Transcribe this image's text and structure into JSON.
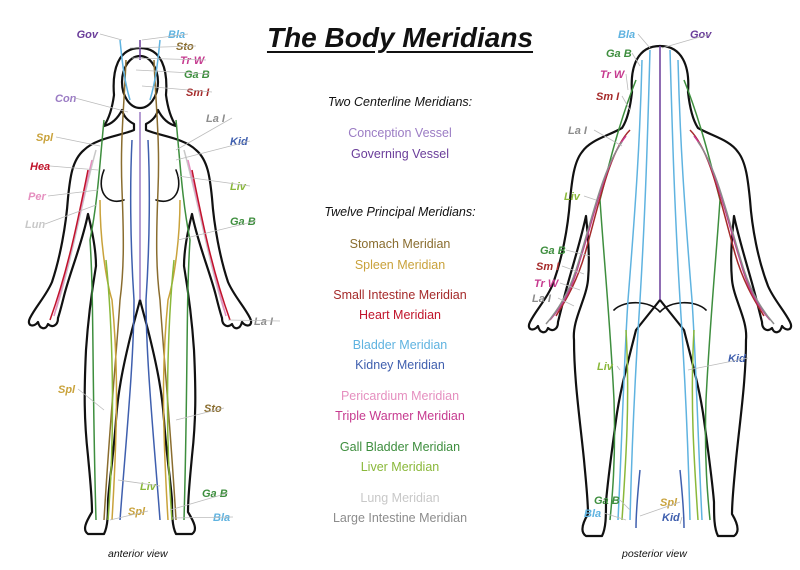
{
  "title": "The Body Meridians",
  "centerline": {
    "heading": "Two Centerline Meridians:",
    "items": [
      {
        "label": "Conception Vessel",
        "color": "#9b7cc4"
      },
      {
        "label": "Governing Vessel",
        "color": "#6a3d9a"
      }
    ]
  },
  "principal": {
    "heading": "Twelve Principal Meridians:",
    "items": [
      {
        "label": "Stomach Meridian",
        "color": "#8a6d2f"
      },
      {
        "label": "Spleen Meridian",
        "color": "#c9a23b"
      },
      {
        "label": "Small Intestine Meridian",
        "color": "#a52a2a"
      },
      {
        "label": "Heart Meridian",
        "color": "#c0142b"
      },
      {
        "label": "Bladder Meridian",
        "color": "#5fb3e0"
      },
      {
        "label": "Kidney Meridian",
        "color": "#3f5fae"
      },
      {
        "label": "Pericardium Meridian",
        "color": "#e58fbf"
      },
      {
        "label": "Triple Warmer Meridian",
        "color": "#c63a8f"
      },
      {
        "label": "Gall Bladder Meridian",
        "color": "#3e8e3e"
      },
      {
        "label": "Liver Meridian",
        "color": "#8ab83a"
      },
      {
        "label": "Lung Meridian",
        "color": "#c8c8c8"
      },
      {
        "label": "Large Intestine Meridian",
        "color": "#8c8c8c"
      }
    ]
  },
  "front_labels": [
    {
      "text": "Gov",
      "color": "#6a3d9a"
    },
    {
      "text": "Bla",
      "color": "#5fb3e0"
    },
    {
      "text": "Sto",
      "color": "#8a6d2f"
    },
    {
      "text": "Tr W",
      "color": "#c63a8f"
    },
    {
      "text": "Ga B",
      "color": "#3e8e3e"
    },
    {
      "text": "Sm I",
      "color": "#a52a2a"
    },
    {
      "text": "Con",
      "color": "#9b7cc4"
    },
    {
      "text": "La I",
      "color": "#8c8c8c"
    },
    {
      "text": "Spl",
      "color": "#c9a23b"
    },
    {
      "text": "Kid",
      "color": "#3f5fae"
    },
    {
      "text": "Hea",
      "color": "#c0142b"
    },
    {
      "text": "Liv",
      "color": "#8ab83a"
    },
    {
      "text": "Per",
      "color": "#e58fbf"
    },
    {
      "text": "Ga B",
      "color": "#3e8e3e"
    },
    {
      "text": "Lun",
      "color": "#c8c8c8"
    },
    {
      "text": "La I",
      "color": "#8c8c8c"
    },
    {
      "text": "Spl",
      "color": "#c9a23b"
    },
    {
      "text": "Sto",
      "color": "#8a6d2f"
    },
    {
      "text": "Liv",
      "color": "#8ab83a"
    },
    {
      "text": "Ga B",
      "color": "#3e8e3e"
    },
    {
      "text": "Spl",
      "color": "#c9a23b"
    },
    {
      "text": "Bla",
      "color": "#5fb3e0"
    }
  ],
  "back_labels": [
    {
      "text": "Bla",
      "color": "#5fb3e0"
    },
    {
      "text": "Gov",
      "color": "#6a3d9a"
    },
    {
      "text": "Ga B",
      "color": "#3e8e3e"
    },
    {
      "text": "Tr W",
      "color": "#c63a8f"
    },
    {
      "text": "Sm I",
      "color": "#a52a2a"
    },
    {
      "text": "La I",
      "color": "#8c8c8c"
    },
    {
      "text": "Liv",
      "color": "#8ab83a"
    },
    {
      "text": "Ga B",
      "color": "#3e8e3e"
    },
    {
      "text": "Sm I",
      "color": "#a52a2a"
    },
    {
      "text": "Tr W",
      "color": "#c63a8f"
    },
    {
      "text": "La I",
      "color": "#8c8c8c"
    },
    {
      "text": "Liv",
      "color": "#8ab83a"
    },
    {
      "text": "Kid",
      "color": "#3f5fae"
    },
    {
      "text": "Ga B",
      "color": "#3e8e3e"
    },
    {
      "text": "Bla",
      "color": "#5fb3e0"
    },
    {
      "text": "Spl",
      "color": "#c9a23b"
    },
    {
      "text": "Kid",
      "color": "#3f5fae"
    }
  ],
  "views": {
    "front": "anterior view",
    "back": "posterior view"
  }
}
